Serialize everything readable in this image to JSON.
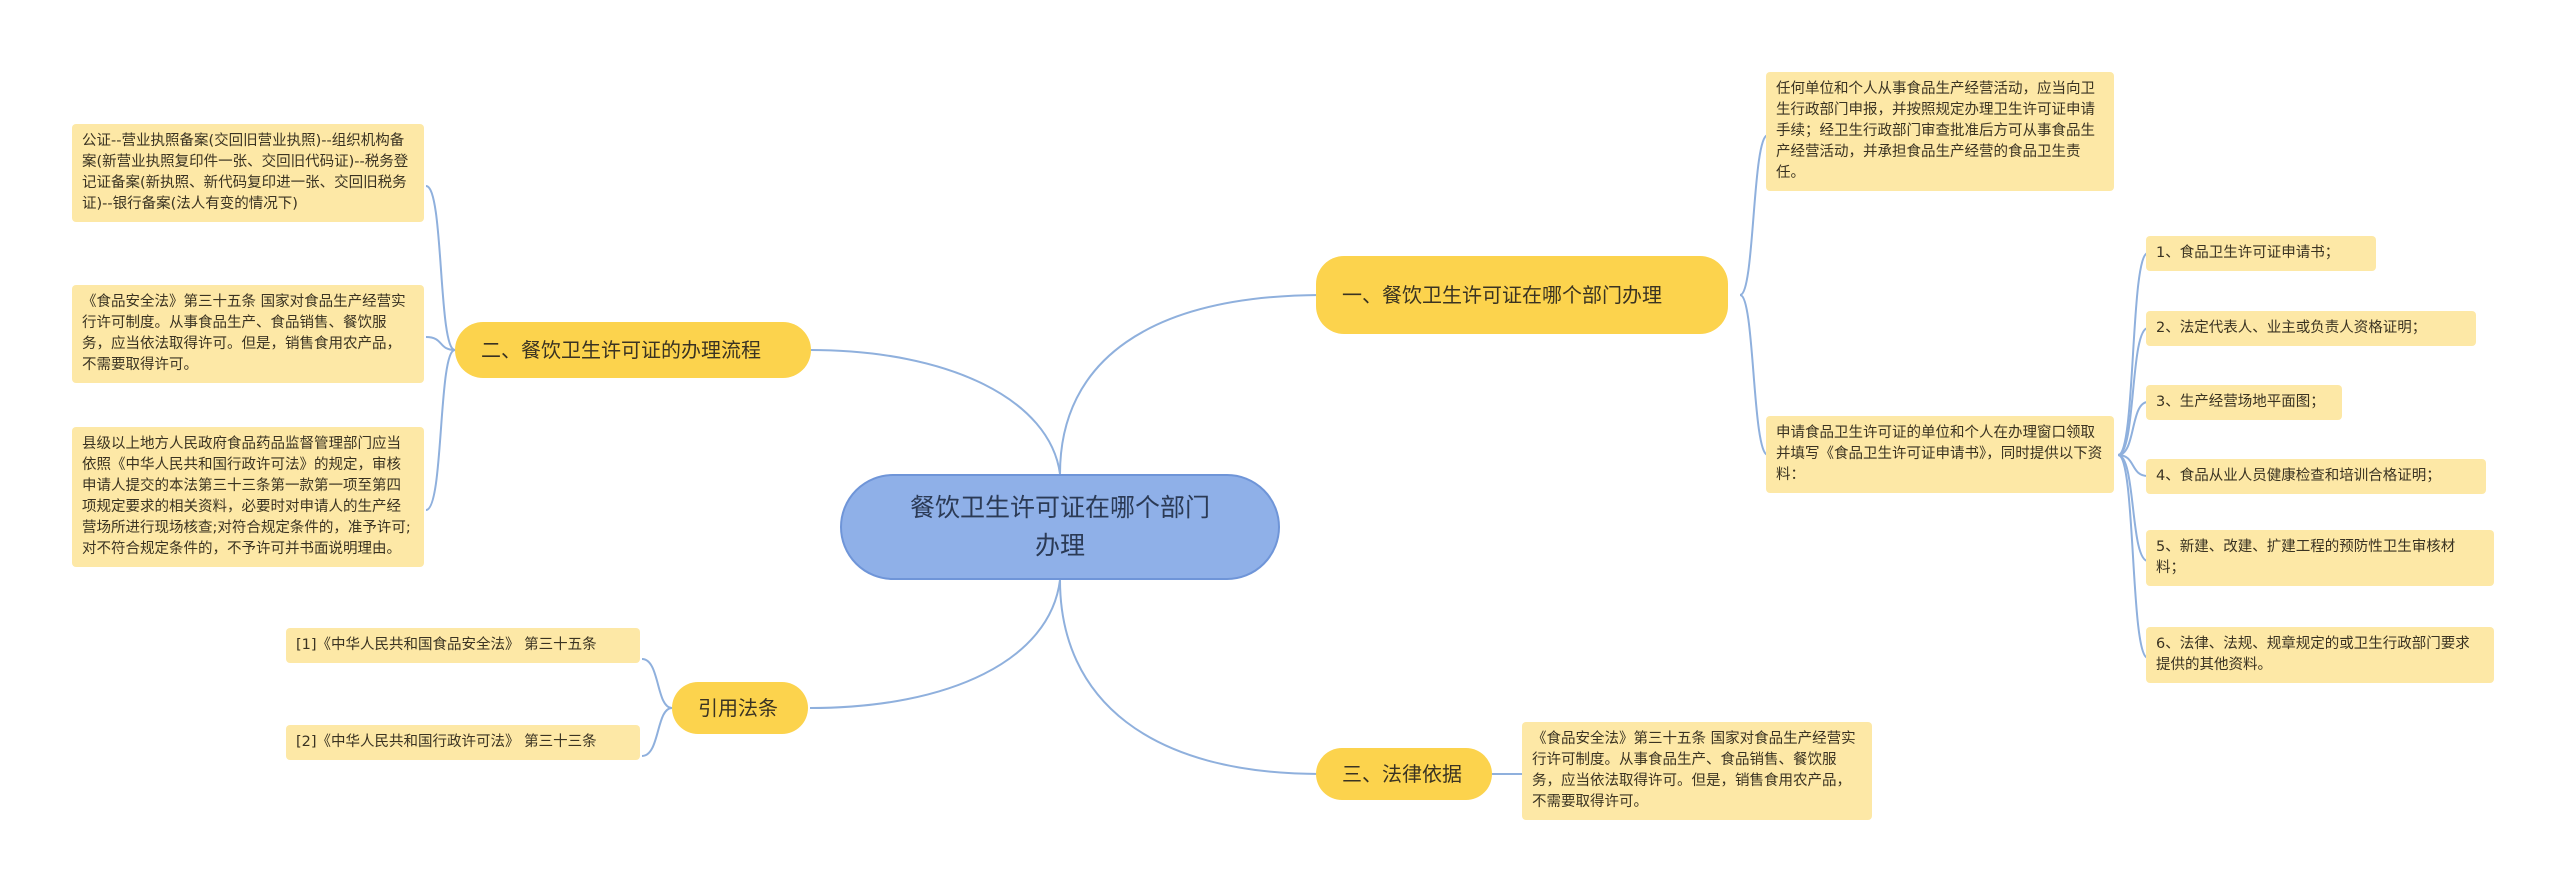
{
  "root": {
    "title": "餐饮卫生许可证在哪个部门办理"
  },
  "branches": {
    "b1": {
      "label": "一、餐饮卫生许可证在哪个部门办理",
      "leaves": [
        "任何单位和个人从事食品生产经营活动，应当向卫生行政部门申报，并按照规定办理卫生许可证申请手续；经卫生行政部门审查批准后方可从事食品生产经营活动，并承担食品生产经营的食品卫生责任。",
        "申请食品卫生许可证的单位和个人在办理窗口领取并填写《食品卫生许可证申请书》，同时提供以下资料："
      ],
      "materials": [
        "1、食品卫生许可证申请书；",
        "2、法定代表人、业主或负责人资格证明；",
        "3、生产经营场地平面图；",
        "4、食品从业人员健康检查和培训合格证明；",
        "5、新建、改建、扩建工程的预防性卫生审核材料；",
        "6、法律、法规、规章规定的或卫生行政部门要求提供的其他资料。"
      ]
    },
    "b2": {
      "label": "二、餐饮卫生许可证的办理流程",
      "leaves": [
        "公证--营业执照备案(交回旧营业执照)--组织机构备案(新营业执照复印件一张、交回旧代码证)--税务登记证备案(新执照、新代码复印进一张、交回旧税务证)--银行备案(法人有变的情况下)",
        "《食品安全法》第三十五条 国家对食品生产经营实行许可制度。从事食品生产、食品销售、餐饮服务，应当依法取得许可。但是，销售食用农产品，不需要取得许可。",
        "县级以上地方人民政府食品药品监督管理部门应当依照《中华人民共和国行政许可法》的规定，审核申请人提交的本法第三十三条第一款第一项至第四项规定要求的相关资料，必要时对申请人的生产经营场所进行现场核查;对符合规定条件的，准予许可;对不符合规定条件的，不予许可并书面说明理由。"
      ]
    },
    "b3": {
      "label": "三、法律依据",
      "leaves": [
        "《食品安全法》第三十五条 国家对食品生产经营实行许可制度。从事食品生产、食品销售、餐饮服务，应当依法取得许可。但是，销售食用农产品，不需要取得许可。"
      ]
    },
    "b4": {
      "label": "引用法条",
      "leaves": [
        "[1]《中华人民共和国食品安全法》 第三十五条",
        "[2]《中华人民共和国行政许可法》 第三十三条"
      ]
    }
  },
  "colors": {
    "root_fill": "#8fb0e8",
    "branch_fill": "#fcd34d",
    "leaf_fill": "#fde8a6",
    "connector": "#8fb0dd"
  }
}
